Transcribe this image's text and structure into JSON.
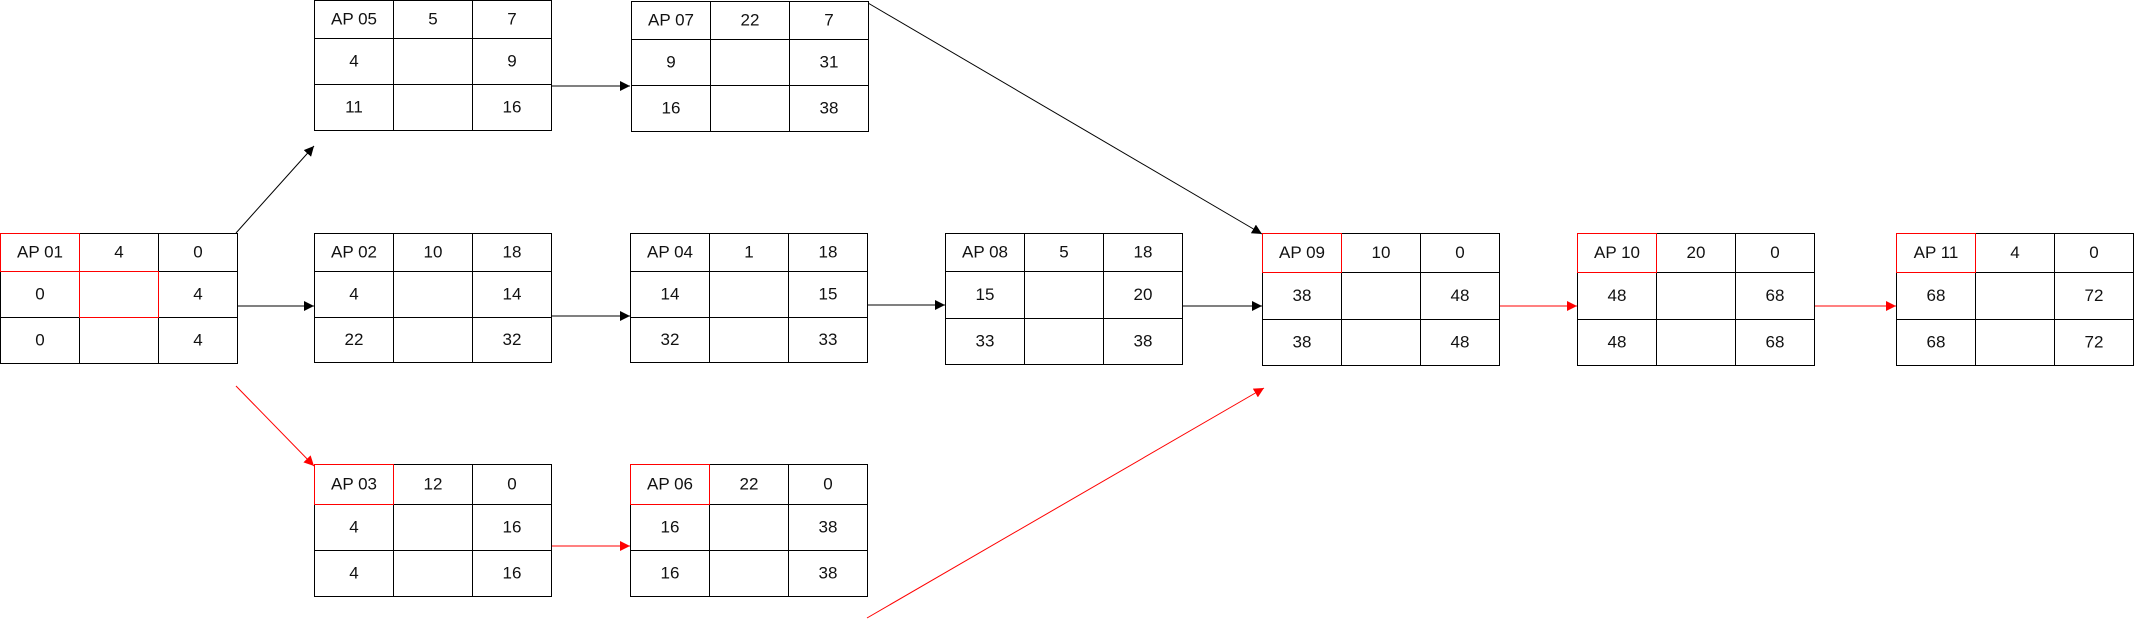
{
  "colors": {
    "normal": "#000000",
    "critical": "#ff0000",
    "text": "#111111"
  },
  "nodes": [
    {
      "id": "ap01",
      "cells": [
        "AP 01",
        "4",
        "0",
        "0",
        "",
        "4",
        "0",
        "",
        "4"
      ],
      "critical": true,
      "critical_cells": [
        0,
        4
      ]
    },
    {
      "id": "ap02",
      "cells": [
        "AP 02",
        "10",
        "18",
        "4",
        "",
        "14",
        "22",
        "",
        "32"
      ],
      "critical": false
    },
    {
      "id": "ap03",
      "cells": [
        "AP 03",
        "12",
        "0",
        "4",
        "",
        "16",
        "4",
        "",
        "16"
      ],
      "critical": true
    },
    {
      "id": "ap04",
      "cells": [
        "AP 04",
        "1",
        "18",
        "14",
        "",
        "15",
        "32",
        "",
        "33"
      ],
      "critical": false
    },
    {
      "id": "ap05",
      "cells": [
        "AP 05",
        "5",
        "7",
        "4",
        "",
        "9",
        "11",
        "",
        "16"
      ],
      "critical": false
    },
    {
      "id": "ap06",
      "cells": [
        "AP 06",
        "22",
        "0",
        "16",
        "",
        "38",
        "16",
        "",
        "38"
      ],
      "critical": true
    },
    {
      "id": "ap07",
      "cells": [
        "AP 07",
        "22",
        "7",
        "9",
        "",
        "31",
        "16",
        "",
        "38"
      ],
      "critical": false
    },
    {
      "id": "ap08",
      "cells": [
        "AP 08",
        "5",
        "18",
        "15",
        "",
        "20",
        "33",
        "",
        "38"
      ],
      "critical": false
    },
    {
      "id": "ap09",
      "cells": [
        "AP 09",
        "10",
        "0",
        "38",
        "",
        "48",
        "38",
        "",
        "48"
      ],
      "critical": true
    },
    {
      "id": "ap10",
      "cells": [
        "AP 10",
        "20",
        "0",
        "48",
        "",
        "68",
        "48",
        "",
        "68"
      ],
      "critical": true
    },
    {
      "id": "ap11",
      "cells": [
        "AP 11",
        "4",
        "0",
        "68",
        "",
        "72",
        "68",
        "",
        "72"
      ],
      "critical": true
    }
  ],
  "edges": [
    {
      "from": "ap01",
      "to": "ap05",
      "critical": false
    },
    {
      "from": "ap01",
      "to": "ap02",
      "critical": false
    },
    {
      "from": "ap01",
      "to": "ap03",
      "critical": true
    },
    {
      "from": "ap05",
      "to": "ap07",
      "critical": false
    },
    {
      "from": "ap02",
      "to": "ap04",
      "critical": false
    },
    {
      "from": "ap03",
      "to": "ap06",
      "critical": true
    },
    {
      "from": "ap04",
      "to": "ap08",
      "critical": false
    },
    {
      "from": "ap07",
      "to": "ap09",
      "critical": false
    },
    {
      "from": "ap08",
      "to": "ap09",
      "critical": false
    },
    {
      "from": "ap06",
      "to": "ap09",
      "critical": true
    },
    {
      "from": "ap09",
      "to": "ap10",
      "critical": true
    },
    {
      "from": "ap10",
      "to": "ap11",
      "critical": true
    }
  ]
}
